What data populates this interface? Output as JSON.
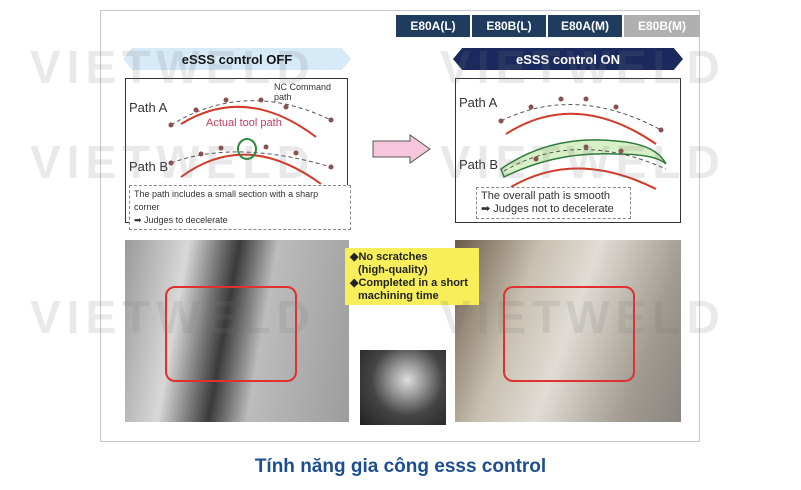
{
  "tabs": [
    {
      "label": "E80A(L)",
      "active": true
    },
    {
      "label": "E80B(L)",
      "active": true
    },
    {
      "label": "E80A(M)",
      "active": true
    },
    {
      "label": "E80B(M)",
      "active": false
    }
  ],
  "watermark": "VIETWELD",
  "off_panel": {
    "banner": "eSSS control OFF",
    "path_a": "Path A",
    "path_b": "Path B",
    "nc_label": "NC Command path",
    "actual_label": "Actual tool path",
    "note_line1": "The path includes a small section with a sharp corner",
    "note_line2": "➡ Judges to decelerate"
  },
  "on_panel": {
    "banner": "eSSS control ON",
    "path_a": "Path A",
    "path_b": "Path B",
    "note_line1": "The overall path is smooth",
    "note_line2": "➡ Judges not to decelerate"
  },
  "callout": {
    "line1": "◆No scratches",
    "line2": "(high-quality)",
    "line3": "◆Completed in a short",
    "line4": "machining time"
  },
  "colors": {
    "tab": "#1f3c5f",
    "caption": "#1d4e8f",
    "tool_path": "#d23a2a",
    "highlight": "#2a8a3a"
  },
  "caption": "Tính năng gia công esss control"
}
